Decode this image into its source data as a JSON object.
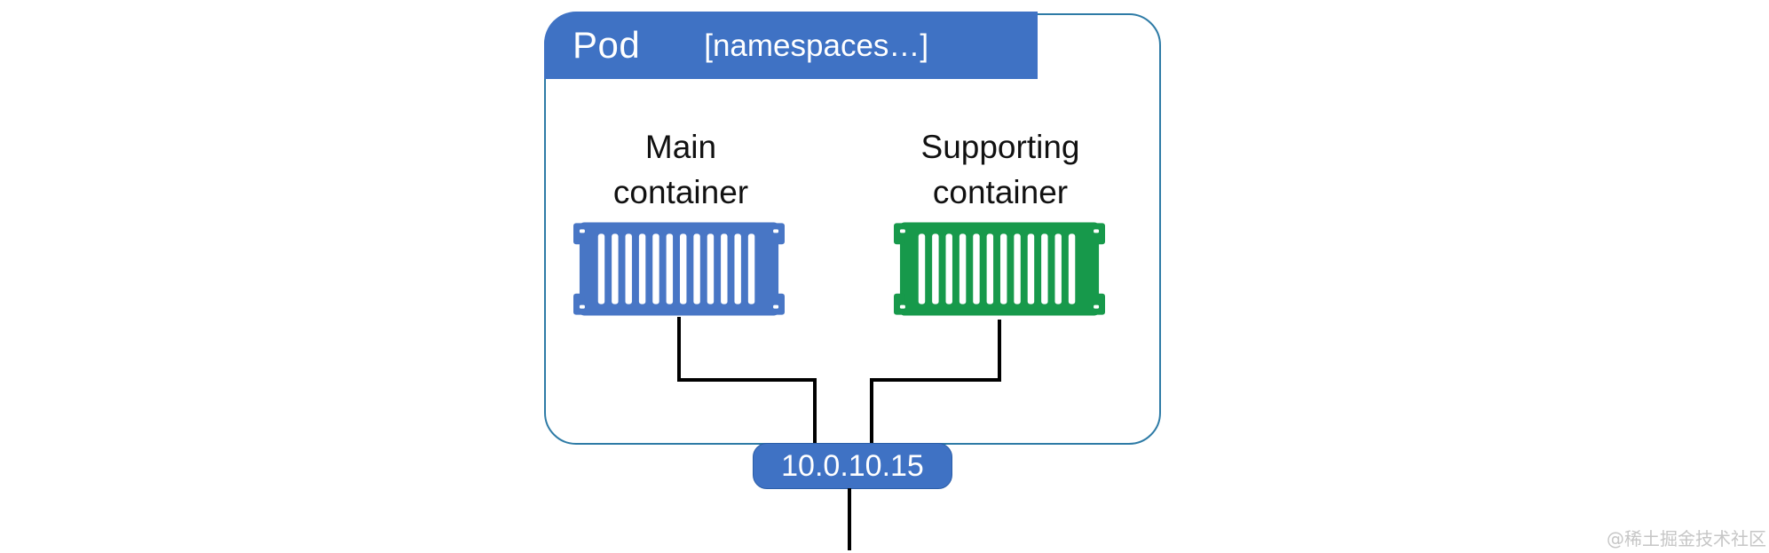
{
  "pod": {
    "title": "Pod",
    "namespaces_label": "[namespaces…]",
    "containers": [
      {
        "id": "main-container",
        "label_line1": "Main",
        "label_line2": "container",
        "color": "#4876C5"
      },
      {
        "id": "supporting-container",
        "label_line1": "Supporting",
        "label_line2": "container",
        "color": "#17994B"
      }
    ],
    "ip": "10.0.10.15"
  },
  "watermark": "@稀土掘金技术社区",
  "colors": {
    "header_blue": "#3F72C4",
    "container_blue": "#4876C5",
    "container_green": "#17994B",
    "box_border": "#2E7BA6",
    "connector_black": "#000000",
    "watermark_gray": "#C6C6C6",
    "label_black": "#111111",
    "badge_text_white": "#FFFFFF"
  }
}
